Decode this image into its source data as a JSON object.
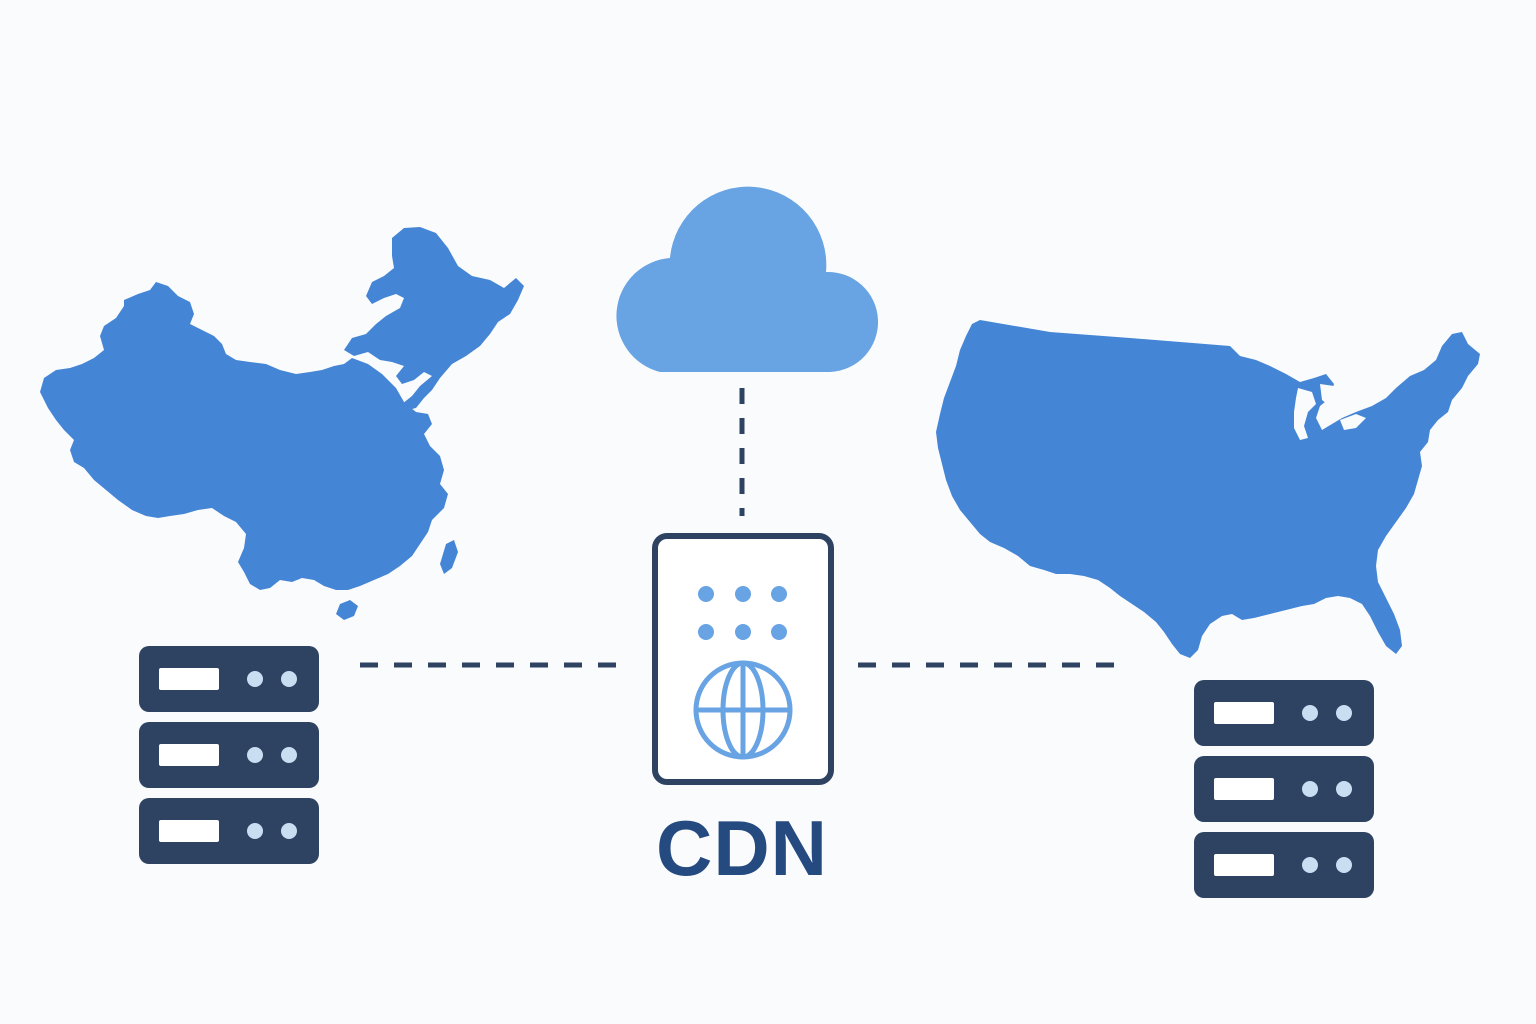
{
  "diagram": {
    "label": "CDN",
    "nodes": [
      {
        "id": "cloud",
        "icon": "cloud-icon"
      },
      {
        "id": "cdn",
        "icon": "cdn-server-icon"
      },
      {
        "id": "origin-china",
        "icon": "server-rack-icon"
      },
      {
        "id": "origin-usa",
        "icon": "server-rack-icon"
      }
    ],
    "regions": [
      {
        "id": "china",
        "icon": "china-map-icon"
      },
      {
        "id": "usa",
        "icon": "usa-map-icon"
      }
    ],
    "edges": [
      {
        "from": "cloud",
        "to": "cdn",
        "style": "dashed"
      },
      {
        "from": "origin-china",
        "to": "cdn",
        "style": "dashed"
      },
      {
        "from": "cdn",
        "to": "origin-usa",
        "style": "dashed"
      }
    ]
  },
  "colors": {
    "background": "#fafbfd",
    "map_blue": "#4585d6",
    "cloud_blue": "#68a3e3",
    "dark_navy": "#2e4261",
    "label_navy": "#254a80",
    "light_dot": "#c9def1"
  }
}
